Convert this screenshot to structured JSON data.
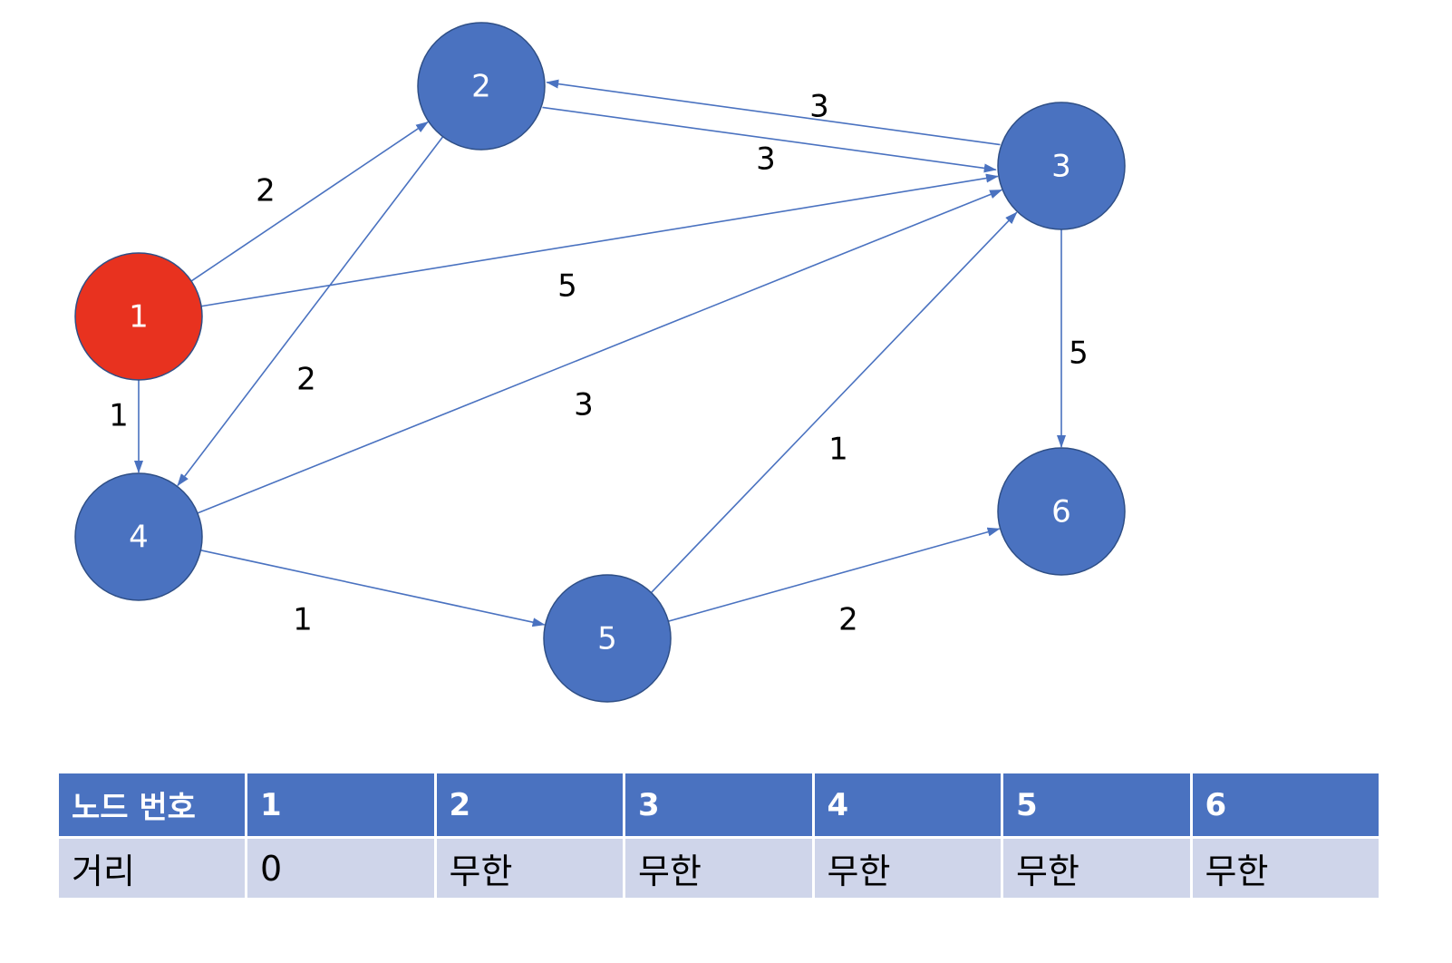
{
  "colors": {
    "node_default": "#4a72c0",
    "node_start": "#e8321f",
    "node_stroke": "#2f4f86",
    "edge": "#4a72c0"
  },
  "graph": {
    "start_node": "1",
    "nodes": [
      {
        "id": "1",
        "label": "1"
      },
      {
        "id": "2",
        "label": "2"
      },
      {
        "id": "3",
        "label": "3"
      },
      {
        "id": "4",
        "label": "4"
      },
      {
        "id": "5",
        "label": "5"
      },
      {
        "id": "6",
        "label": "6"
      }
    ],
    "edges": [
      {
        "from": "1",
        "to": "2",
        "weight": "2"
      },
      {
        "from": "1",
        "to": "3",
        "weight": "5"
      },
      {
        "from": "1",
        "to": "4",
        "weight": "1"
      },
      {
        "from": "2",
        "to": "3",
        "weight": "3"
      },
      {
        "from": "3",
        "to": "2",
        "weight": "3"
      },
      {
        "from": "2",
        "to": "4",
        "weight": "2"
      },
      {
        "from": "4",
        "to": "3",
        "weight": "3"
      },
      {
        "from": "4",
        "to": "5",
        "weight": "1"
      },
      {
        "from": "5",
        "to": "3",
        "weight": "1"
      },
      {
        "from": "5",
        "to": "6",
        "weight": "2"
      },
      {
        "from": "3",
        "to": "6",
        "weight": "5"
      }
    ]
  },
  "table": {
    "header": [
      "노드 번호",
      "1",
      "2",
      "3",
      "4",
      "5",
      "6"
    ],
    "row": [
      "거리",
      "0",
      "무한",
      "무한",
      "무한",
      "무한",
      "무한"
    ]
  }
}
